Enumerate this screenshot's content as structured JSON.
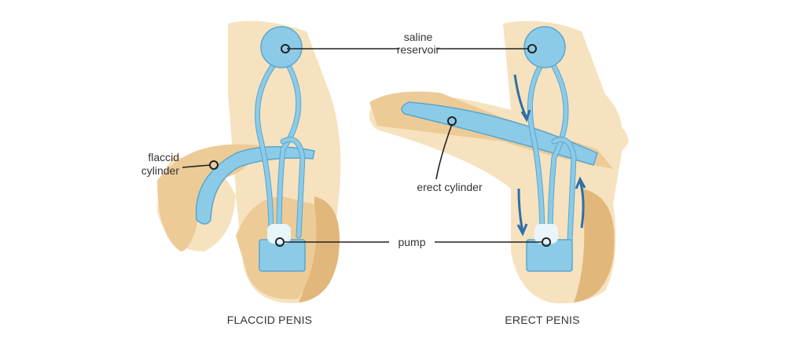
{
  "labels": {
    "saline_reservoir_line1": "saline",
    "saline_reservoir_line2": "reservoir",
    "flaccid_cylinder_line1": "flaccid",
    "flaccid_cylinder_line2": "cylinder",
    "erect_cylinder": "erect cylinder",
    "pump": "pump"
  },
  "captions": {
    "left": "FLACCID PENIS",
    "right": "ERECT PENIS"
  },
  "colors": {
    "skin": "#f7e2bf",
    "skin_shadow": "#e2b77b",
    "implant": "#8ccbe8",
    "arrow": "#2e6fa8"
  }
}
